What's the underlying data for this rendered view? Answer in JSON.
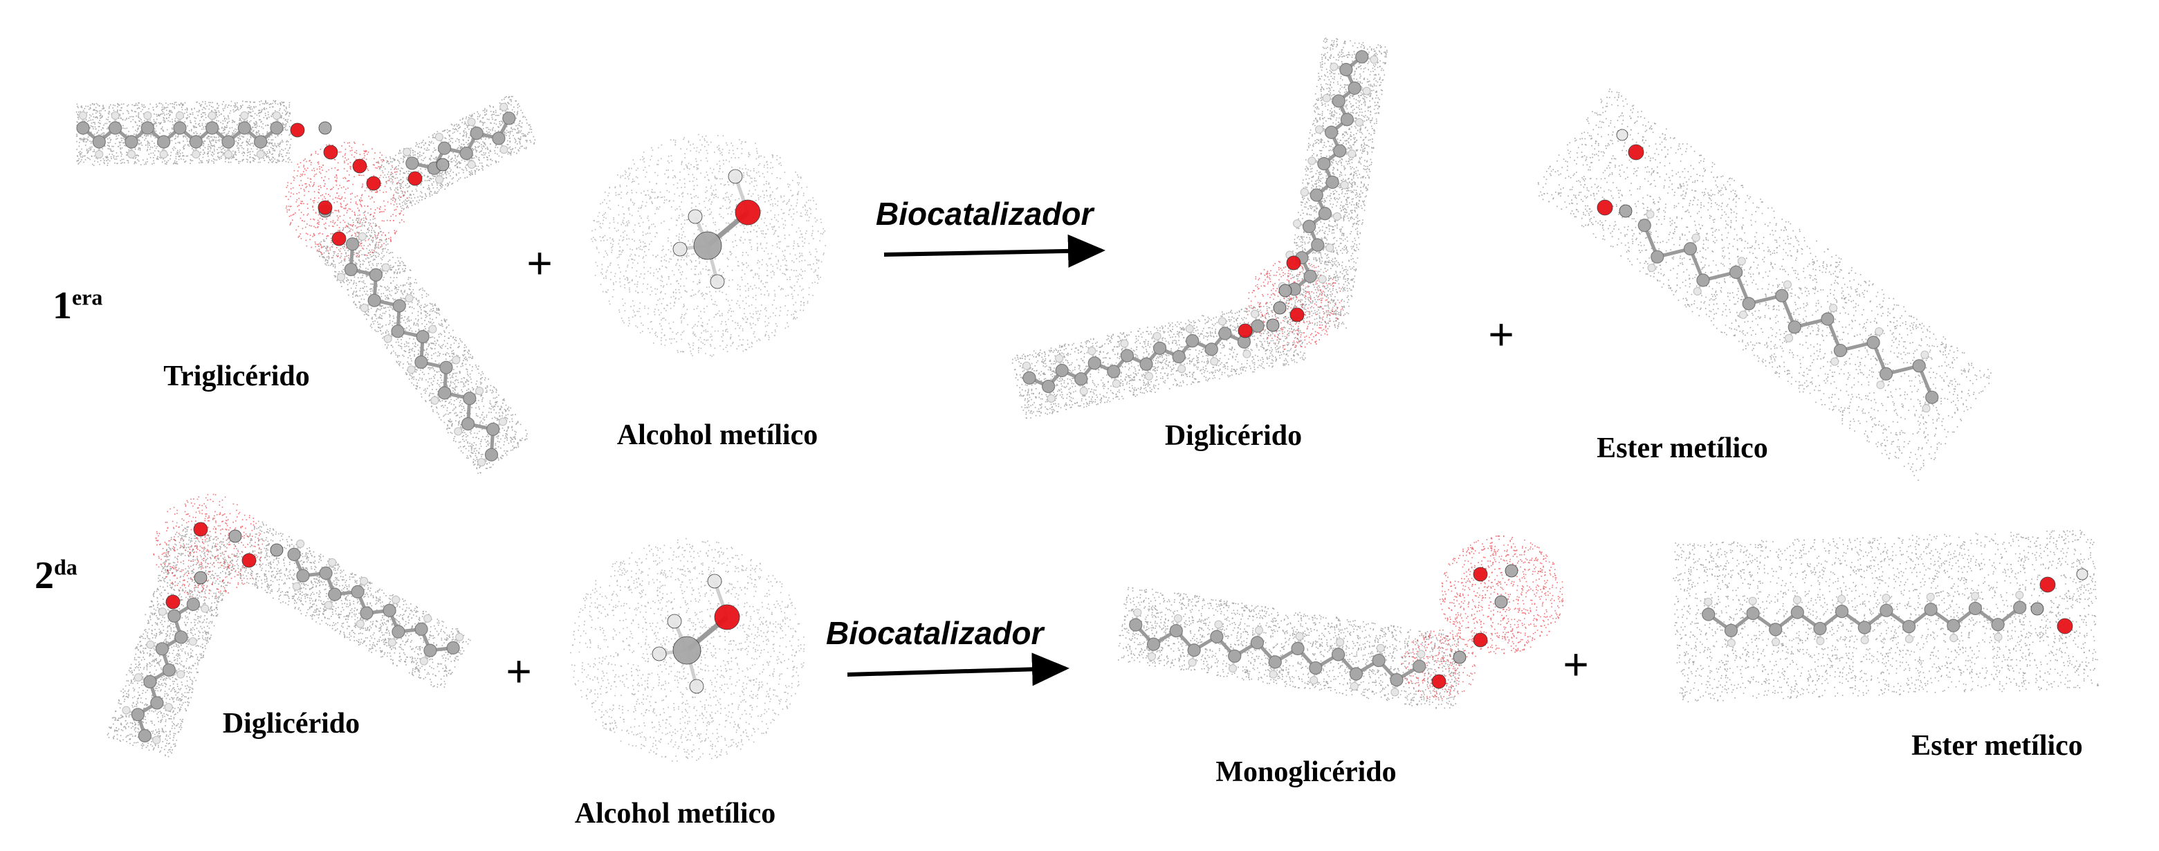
{
  "reaction1": {
    "step_number": "1",
    "step_suffix": "era",
    "reactant1": "Triglicérido",
    "reactant2": "Alcohol metílico",
    "catalyst": "Biocatalizador",
    "product1": "Diglicérido",
    "product2": "Ester metílico"
  },
  "reaction2": {
    "step_number": "2",
    "step_suffix": "da",
    "reactant1": "Diglicérido",
    "reactant2": "Alcohol metílico",
    "catalyst": "Biocatalizador",
    "product1": "Monoglicérido",
    "product2": "Ester metílico"
  },
  "plus_sign": "+",
  "colors": {
    "carbon": "#a7a7a7",
    "hydrogen": "#e6e6e6",
    "oxygen": "#e8131a",
    "surface_dots": "#8a8a8a",
    "oxygen_dots": "#e8131a"
  },
  "molecules": [
    "triglyceride-molecule",
    "methanol-molecule",
    "diglyceride-molecule",
    "methyl-ester-molecule",
    "monoglyceride-molecule"
  ]
}
